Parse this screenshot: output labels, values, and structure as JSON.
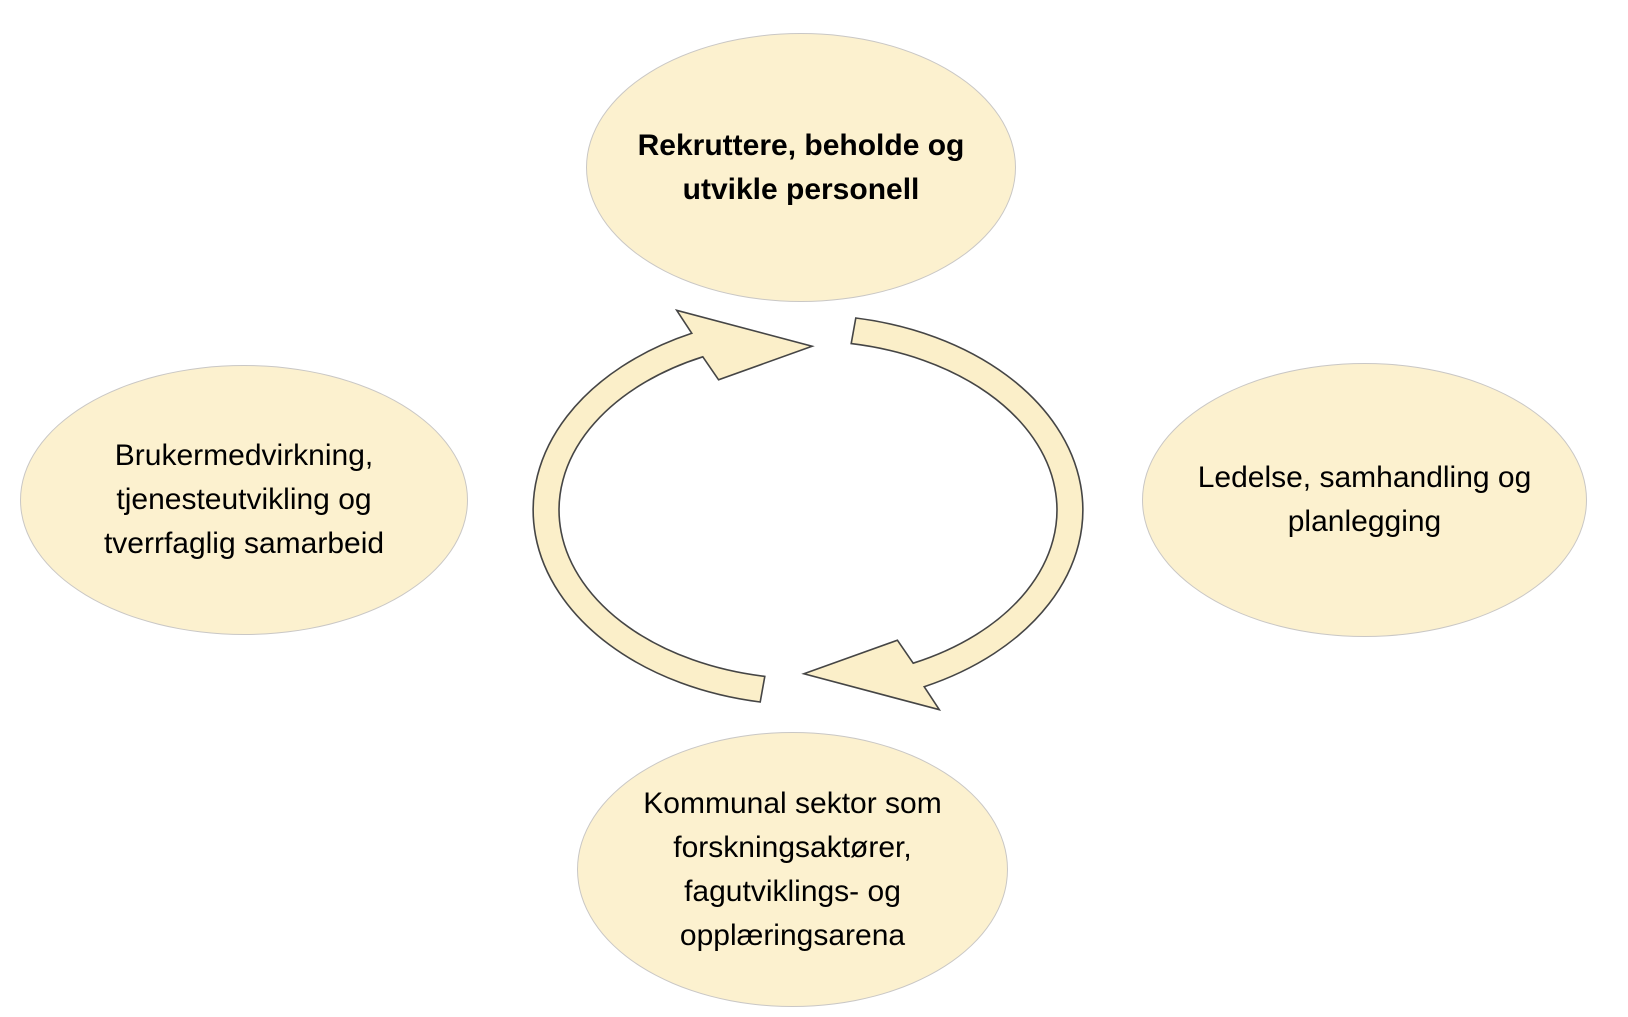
{
  "diagram": {
    "type": "cycle",
    "direction": "clockwise",
    "arrow_count": 2,
    "colors": {
      "background": "#FFFFFF",
      "node_fill": "#FCF1CF",
      "node_border": "#C9C7C5",
      "arrow_fill": "#FBEFC9",
      "arrow_outline": "#454545",
      "text": "#000000"
    },
    "nodes": [
      {
        "position": "top",
        "label": "Rekruttere, beholde og\nutvikle personell",
        "emphasis": "bold"
      },
      {
        "position": "left",
        "label": "Brukermedvirkning,\ntjenesteutvikling og\ntverrfaglig samarbeid",
        "emphasis": "normal"
      },
      {
        "position": "right",
        "label": "Ledelse, samhandling og\nplanlegging",
        "emphasis": "normal"
      },
      {
        "position": "bottom",
        "label": "Kommunal sektor som\nforskningsaktører,\nfagutviklings- og\nopplæringsarena",
        "emphasis": "normal"
      }
    ]
  }
}
